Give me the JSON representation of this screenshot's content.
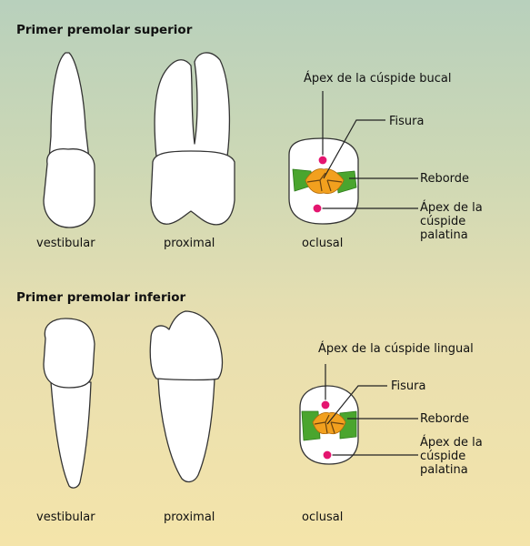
{
  "sections": [
    {
      "title": "Primer premolar superior",
      "views": [
        "vestibular",
        "proximal",
        "oclusal"
      ],
      "labels": {
        "apex_top": "Ápex de la cúspide bucal",
        "fissure": "Fisura",
        "ridge": "Reborde",
        "apex_bottom": "Ápex de la\ncúspide\npalatina"
      }
    },
    {
      "title": "Primer premolar inferior",
      "views": [
        "vestibular",
        "proximal",
        "oclusal"
      ],
      "labels": {
        "apex_top": "Ápex de la cúspide lingual",
        "fissure": "Fisura",
        "ridge": "Reborde",
        "apex_bottom": "Ápex de la\ncúspide\npalatina"
      }
    }
  ],
  "colors": {
    "tooth": "#ffffff",
    "outline": "#333333",
    "apex_marker": "#e4156f",
    "fissure": "#f2a01e",
    "ridge": "#4aa52e"
  }
}
